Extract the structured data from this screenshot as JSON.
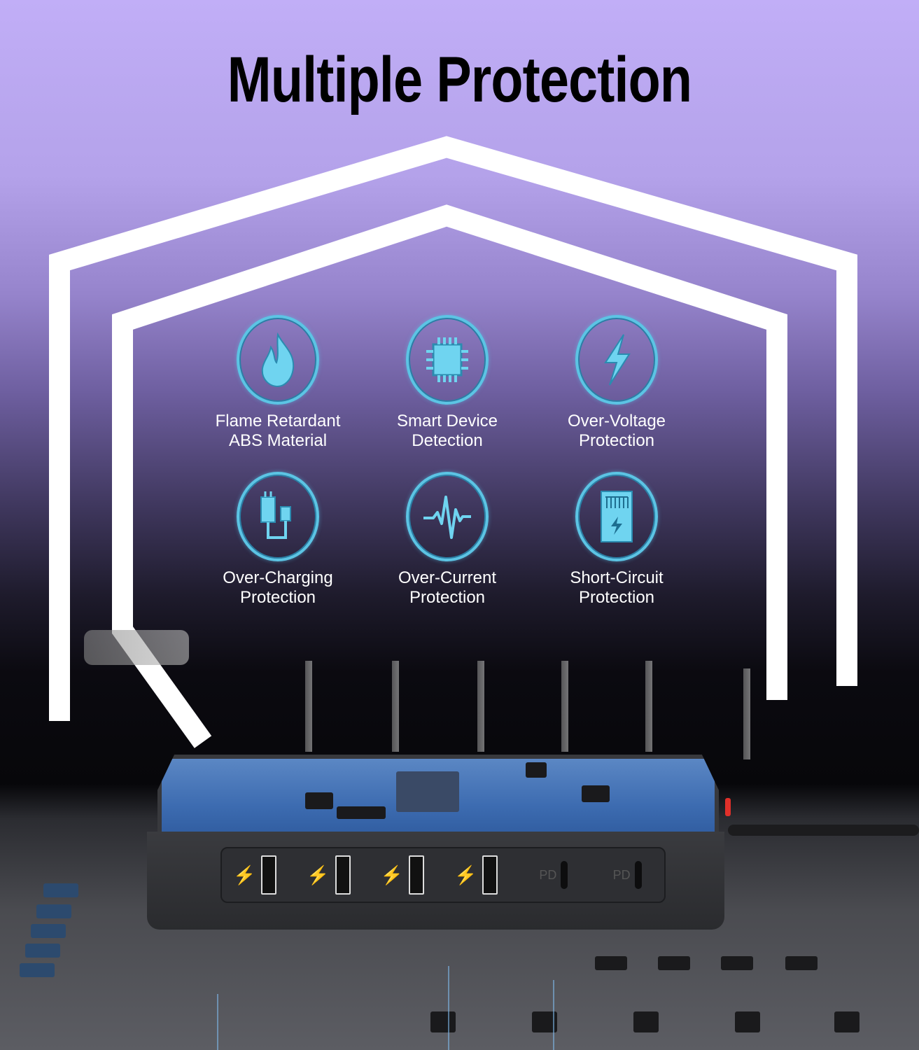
{
  "title": "Multiple Protection",
  "colors": {
    "background_top": "#c1aef7",
    "background_mid": "#6e5fa0",
    "background_dark": "#07070a",
    "shield_stroke": "#ffffff",
    "icon_accent": "#5cc4e4",
    "title_text": "#000000",
    "feature_text": "#ffffff"
  },
  "features": [
    {
      "icon": "flame-icon",
      "line1": "Flame Retardant",
      "line2": "ABS Material"
    },
    {
      "icon": "chip-icon",
      "line1": "Smart Device",
      "line2": "Detection"
    },
    {
      "icon": "lightning-bolt-icon",
      "line1": "Over-Voltage",
      "line2": "Protection"
    },
    {
      "icon": "charger-cable-icon",
      "line1": "Over-Charging",
      "line2": "Protection"
    },
    {
      "icon": "pulse-wave-icon",
      "line1": "Over-Current",
      "line2": "Protection"
    },
    {
      "icon": "battery-card-icon",
      "line1": "Short-Circuit",
      "line2": "Protection"
    }
  ],
  "device": {
    "usb_a_ports": 4,
    "usb_c_ports": 2,
    "usb_c_label": "PD",
    "usb_a_symbol": "⚡"
  }
}
